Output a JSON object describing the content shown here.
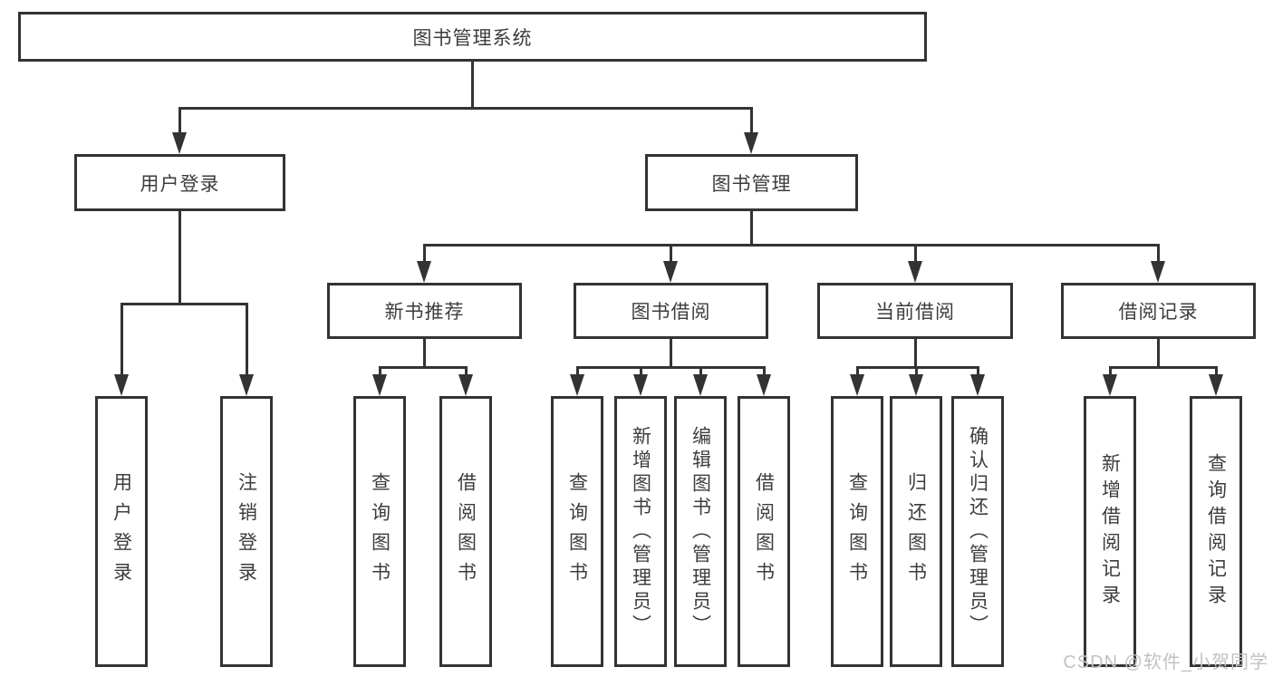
{
  "colors": {
    "line": "#333333",
    "box_border": "#333333",
    "text": "#3d3d3d",
    "watermark": "#c2c2c2",
    "background": "#ffffff"
  },
  "watermark": {
    "text": "CSDN @软件_小贺同学"
  },
  "diagram": {
    "type": "hierarchy-tree",
    "root": {
      "label": "图书管理系统",
      "children": [
        {
          "label": "用户登录",
          "children": [
            {
              "label": "用户登录"
            },
            {
              "label": "注销登录"
            }
          ]
        },
        {
          "label": "图书管理",
          "children": [
            {
              "label": "新书推荐",
              "children": [
                {
                  "label": "查询图书"
                },
                {
                  "label": "借阅图书"
                }
              ]
            },
            {
              "label": "图书借阅",
              "children": [
                {
                  "label": "查询图书"
                },
                {
                  "label": "新增图书（管理员）"
                },
                {
                  "label": "编辑图书（管理员）"
                },
                {
                  "label": "借阅图书"
                }
              ]
            },
            {
              "label": "当前借阅",
              "children": [
                {
                  "label": "查询图书"
                },
                {
                  "label": "归还图书"
                },
                {
                  "label": "确认归还（管理员）"
                }
              ]
            },
            {
              "label": "借阅记录",
              "children": [
                {
                  "label": "新增借阅记录"
                },
                {
                  "label": "查询借阅记录"
                }
              ]
            }
          ]
        }
      ]
    }
  }
}
